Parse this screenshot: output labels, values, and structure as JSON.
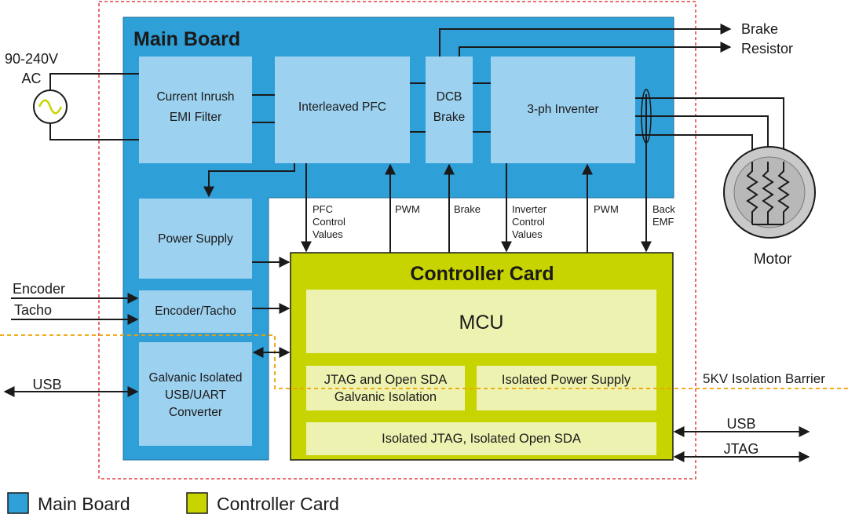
{
  "colors": {
    "main_board": "#2f9fd8",
    "main_board_block": "#9dd1f0",
    "controller_card": "#c8d400",
    "controller_card_block": "#eef2b0",
    "isolation_barrier": "#f0a000",
    "outer_boundary": "#e04040",
    "line": "#1a1a1a"
  },
  "main_board": {
    "title": "Main Board",
    "blocks": {
      "emi_line1": "Current Inrush",
      "emi_line2": "EMI Filter",
      "pfc": "Interleaved PFC",
      "dcb_line1": "DCB",
      "dcb_line2": "Brake",
      "inverter": "3-ph Inventer",
      "power_supply": "Power Supply",
      "encoder_tacho": "Encoder/Tacho",
      "galvanic_line1": "Galvanic Isolated",
      "galvanic_line2": "USB/UART",
      "galvanic_line3": "Converter"
    }
  },
  "controller_card": {
    "title": "Controller Card",
    "mcu": "MCU",
    "jtag_line1": "JTAG and Open SDA",
    "jtag_line2": "Galvanic Isolation",
    "isolated_power": "Isolated Power Supply",
    "isolated_jtag": "Isolated JTAG, Isolated Open SDA"
  },
  "signals": {
    "pfc_line1": "PFC",
    "pfc_line2": "Control",
    "pfc_line3": "Values",
    "pwm_pfc": "PWM",
    "brake": "Brake",
    "inverter_line1": "Inverter",
    "inverter_line2": "Control",
    "inverter_line3": "Values",
    "pwm_inverter": "PWM",
    "back_line1": "Back",
    "back_line2": "EMF"
  },
  "external": {
    "ac_line1": "90-240V",
    "ac_line2": "AC",
    "brake_resistor_line1": "Brake",
    "brake_resistor_line2": "Resistor",
    "motor": "Motor",
    "encoder": "Encoder",
    "tacho": "Tacho",
    "usb_left": "USB",
    "usb_right": "USB",
    "jtag_right": "JTAG",
    "isolation_barrier": "5KV Isolation Barrier"
  },
  "legend": {
    "main_board": "Main Board",
    "controller_card": "Controller Card"
  }
}
